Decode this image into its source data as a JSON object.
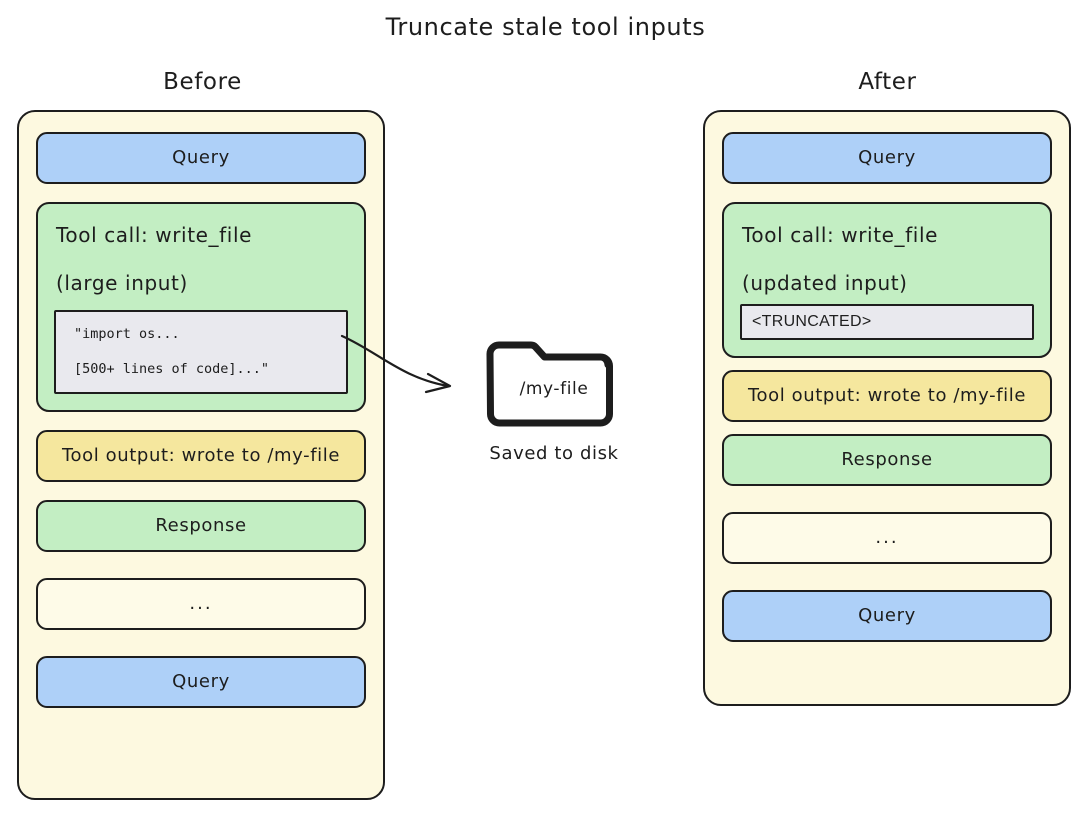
{
  "title": "Truncate stale tool inputs",
  "colors": {
    "canvas": "#ffffff",
    "container_bg": "#fdf9e0",
    "query_bg": "#aed0f8",
    "toolcall_bg": "#c3eec3",
    "response_bg": "#c3eec3",
    "tool_output_bg": "#f5e79e",
    "code_panel_bg": "#e9e9ee",
    "ellipsis_bg": "#fefbe8",
    "stroke": "#1d1d1d"
  },
  "columns": {
    "before": {
      "heading": "Before",
      "blocks": {
        "query_top": "Query",
        "toolcall_title": "Tool call: write_file",
        "toolcall_subtitle": "(large input)",
        "code_lines": [
          "\"import os...",
          "[500+ lines of code]...\""
        ],
        "tool_output": "Tool output: wrote to /my-file",
        "response": "Response",
        "ellipsis": "...",
        "query_bottom": "Query"
      }
    },
    "after": {
      "heading": "After",
      "blocks": {
        "query_top": "Query",
        "toolcall_title": "Tool call: write_file",
        "toolcall_subtitle": "(updated input)",
        "truncated": "<TRUNCATED>",
        "tool_output": "Tool output: wrote to /my-file",
        "response": "Response",
        "ellipsis": "...",
        "query_bottom": "Query"
      }
    }
  },
  "center": {
    "folder_label": "/my-file",
    "caption": "Saved to disk",
    "arrow": "curved-arrow-right"
  }
}
